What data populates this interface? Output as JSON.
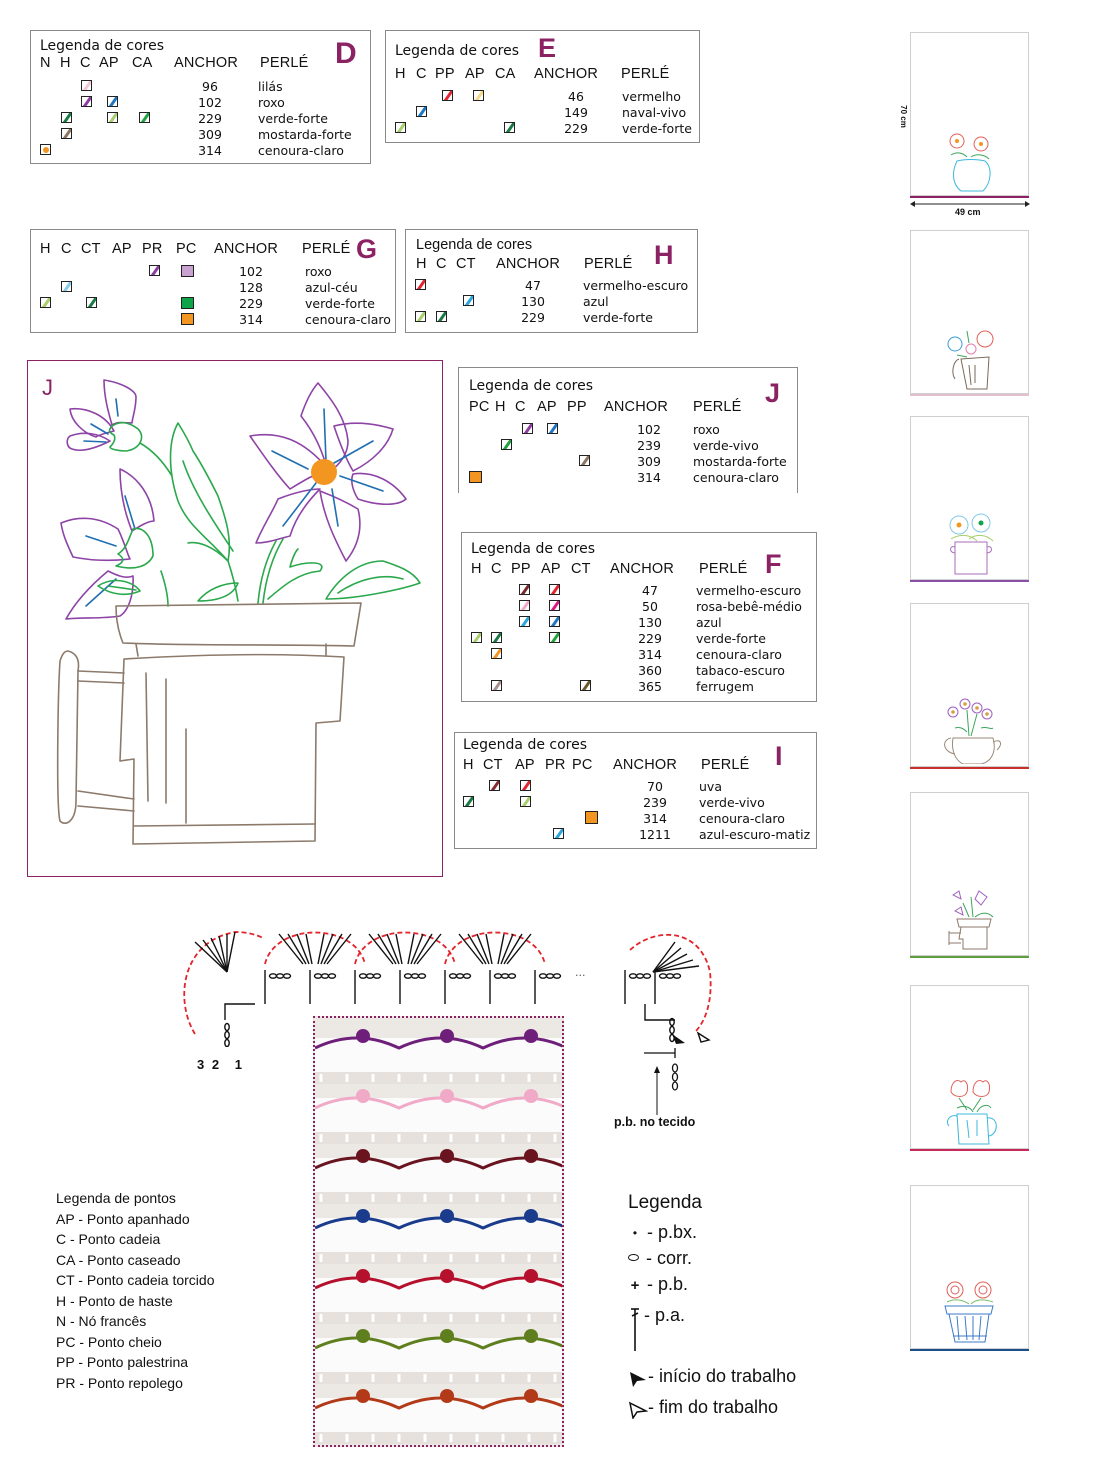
{
  "brand_color": "#8b2263",
  "thread_colors": {
    "lilas": "#f1c6d8",
    "roxo": "#8c3ea0",
    "roxo_ap": "#1f77c2",
    "verde_forte": "#1a7a44",
    "verde_claro": "#a7cf6a",
    "verde_vivo": "#1fa53f",
    "mostarda": "#8f7660",
    "cenoura": "#f39521",
    "vermelho": "#e32531",
    "creme": "#f4d98a",
    "naval": "#1a78c5",
    "azul_ceu": "#86cbe8",
    "azul": "#2aa6dd",
    "vermelho_escuro": "#7a2a2a",
    "rosa": "#f2a9cb",
    "magenta": "#d61b84",
    "pc_roxo": "#c9a2d1",
    "pc_verde": "#0ea54a",
    "tabaco": "#6c5a2e",
    "ferrugem": "#a8908c",
    "uva": "#8b2c31"
  },
  "legends": {
    "D": {
      "title": "Legenda de cores",
      "letter": "D",
      "columns": [
        "N",
        "H",
        "C",
        "AP",
        "CA",
        "ANCHOR",
        "PERLÉ"
      ],
      "rows": [
        {
          "anchor": "96",
          "name": "lilás"
        },
        {
          "anchor": "102",
          "name": "roxo"
        },
        {
          "anchor": "229",
          "name": "verde-forte"
        },
        {
          "anchor": "309",
          "name": "mostarda-forte"
        },
        {
          "anchor": "314",
          "name": "cenoura-claro"
        }
      ]
    },
    "E": {
      "title": "Legenda de cores",
      "letter": "E",
      "columns": [
        "H",
        "C",
        "PP",
        "AP",
        "CA",
        "ANCHOR",
        "PERLÉ"
      ],
      "rows": [
        {
          "anchor": "46",
          "name": "vermelho"
        },
        {
          "anchor": "149",
          "name": "naval-vivo"
        },
        {
          "anchor": "229",
          "name": "verde-forte"
        }
      ]
    },
    "G": {
      "letter": "G",
      "columns": [
        "H",
        "C",
        "CT",
        "AP",
        "PR",
        "PC",
        "ANCHOR",
        "PERLÉ"
      ],
      "rows": [
        {
          "anchor": "102",
          "name": "roxo"
        },
        {
          "anchor": "128",
          "name": "azul-céu"
        },
        {
          "anchor": "229",
          "name": "verde-forte"
        },
        {
          "anchor": "314",
          "name": "cenoura-claro"
        }
      ]
    },
    "H": {
      "title": "Legenda de cores",
      "letter": "H",
      "columns": [
        "H",
        "C",
        "CT",
        "ANCHOR",
        "PERLÉ"
      ],
      "rows": [
        {
          "anchor": "47",
          "name": "vermelho-escuro"
        },
        {
          "anchor": "130",
          "name": "azul"
        },
        {
          "anchor": "229",
          "name": "verde-forte"
        }
      ]
    },
    "J": {
      "title": "Legenda de cores",
      "letter": "J",
      "columns": [
        "PC",
        "H",
        "C",
        "AP",
        "PP",
        "ANCHOR",
        "PERLÉ"
      ],
      "rows": [
        {
          "anchor": "102",
          "name": "roxo"
        },
        {
          "anchor": "239",
          "name": "verde-vivo"
        },
        {
          "anchor": "309",
          "name": "mostarda-forte"
        },
        {
          "anchor": "314",
          "name": "cenoura-claro"
        }
      ]
    },
    "F": {
      "title": "Legenda de cores",
      "letter": "F",
      "columns": [
        "H",
        "C",
        "PP",
        "AP",
        "CT",
        "ANCHOR",
        "PERLÉ"
      ],
      "rows": [
        {
          "anchor": "47",
          "name": "vermelho-escuro"
        },
        {
          "anchor": "50",
          "name": "rosa-bebê-médio"
        },
        {
          "anchor": "130",
          "name": "azul"
        },
        {
          "anchor": "229",
          "name": "verde-forte"
        },
        {
          "anchor": "314",
          "name": "cenoura-claro"
        },
        {
          "anchor": "360",
          "name": "tabaco-escuro"
        },
        {
          "anchor": "365",
          "name": "ferrugem"
        }
      ]
    },
    "I": {
      "title": "Legenda de cores",
      "letter": "I",
      "columns": [
        "H",
        "CT",
        "AP",
        "PR",
        "PC",
        "ANCHOR",
        "PERLÉ"
      ],
      "rows": [
        {
          "anchor": "70",
          "name": "uva"
        },
        {
          "anchor": "239",
          "name": "verde-vivo"
        },
        {
          "anchor": "314",
          "name": "cenoura-claro"
        },
        {
          "anchor": "1211",
          "name": "azul-escuro-matiz"
        }
      ]
    }
  },
  "drawing": {
    "letter": "J"
  },
  "dimensions": {
    "height": "70 cm",
    "width": "49 cm"
  },
  "towel_bands": [
    "#8b2263",
    "#e3bfd0",
    "#8a4fa6",
    "#c9302c",
    "#5f9e3e",
    "#c9285a",
    "#1c4e8a"
  ],
  "chart": {
    "row_labels": [
      "3",
      "2",
      "1"
    ],
    "note": "p.b. no tecido",
    "ellipsis": "···"
  },
  "stitch_legend": {
    "title": "Legenda de pontos",
    "items": [
      "AP - Ponto apanhado",
      "C - Ponto cadeia",
      "CA - Ponto caseado",
      "CT - Ponto cadeia torcido",
      "H - Ponto de haste",
      "N - Nó francês",
      "PC - Ponto cheio",
      "PP - Ponto palestrina",
      "PR - Ponto repolego"
    ]
  },
  "crochet_legend": {
    "title": "Legenda",
    "items": [
      {
        "symbol": "•",
        "label": "- p.bx."
      },
      {
        "symbol": "o",
        "label": "- corr."
      },
      {
        "symbol": "+",
        "label": "- p.b."
      },
      {
        "symbol": "T",
        "label": "- p.a."
      },
      {
        "symbol": "filled-arrow",
        "label": "- início do trabalho"
      },
      {
        "symbol": "outline-arrow",
        "label": "- fim do trabalho"
      }
    ]
  },
  "photo_rows": [
    "#6e1f7a",
    "#f0a9c6",
    "#6a1420",
    "#1b3b8c",
    "#b5102c",
    "#5f7f1e",
    "#b23a18"
  ]
}
